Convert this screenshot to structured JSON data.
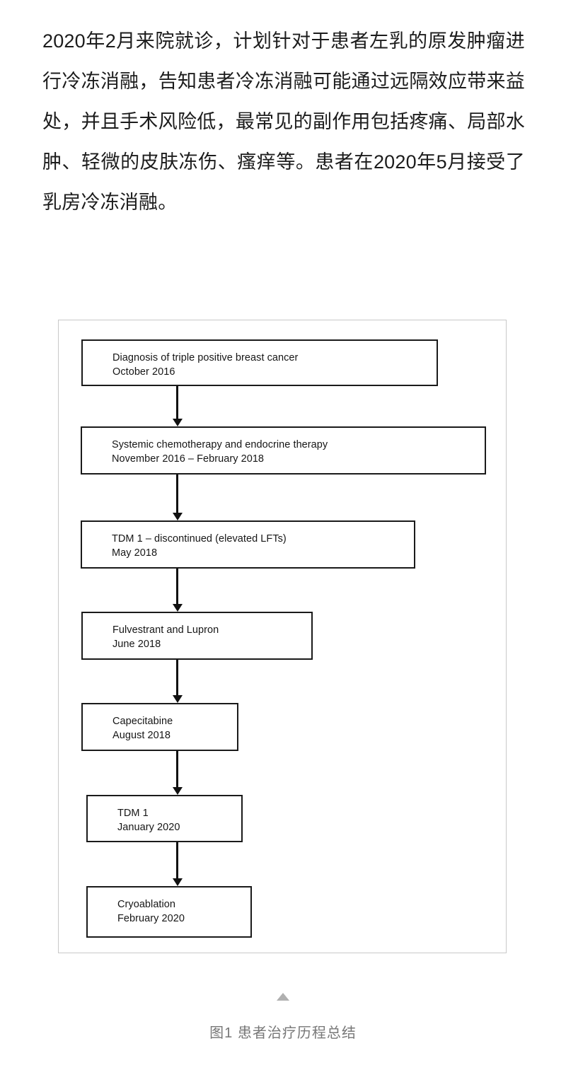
{
  "article": {
    "paragraph": "2020年2月来院就诊，计划针对于患者左乳的原发肿瘤进行冷冻消融，告知患者冷冻消融可能通过远隔效应带来益处，并且手术风险低，最常见的副作用包括疼痛、局部水肿、轻微的皮肤冻伤、瘙痒等。患者在2020年5月接受了乳房冷冻消融。"
  },
  "figure": {
    "caption": "图1  患者治疗历程总结",
    "expand_icon": "triangle-up-icon",
    "colors": {
      "node_border": "#1a1a1a",
      "connector": "#111111",
      "frame_border": "#c8c8c8",
      "caption_text": "#777777"
    },
    "flowchart": {
      "type": "flowchart",
      "orientation": "vertical",
      "nodes": [
        {
          "title": "Diagnosis of triple positive breast cancer",
          "date": "October 2016"
        },
        {
          "title": "Systemic chemotherapy and endocrine therapy",
          "date": "November 2016 – February 2018"
        },
        {
          "title": "TDM 1 – discontinued (elevated LFTs)",
          "date": "May 2018"
        },
        {
          "title": "Fulvestrant and Lupron",
          "date": "June 2018"
        },
        {
          "title": "Capecitabine",
          "date": "August 2018"
        },
        {
          "title": "TDM 1",
          "date": "January 2020"
        },
        {
          "title": "Cryoablation",
          "date": "February 2020"
        }
      ],
      "connectors": [
        {
          "from": 0,
          "to": 1,
          "style": "arrow-down"
        },
        {
          "from": 1,
          "to": 2,
          "style": "arrow-down"
        },
        {
          "from": 2,
          "to": 3,
          "style": "arrow-down"
        },
        {
          "from": 3,
          "to": 4,
          "style": "arrow-down"
        },
        {
          "from": 4,
          "to": 5,
          "style": "arrow-down"
        },
        {
          "from": 5,
          "to": 6,
          "style": "arrow-down"
        }
      ]
    }
  }
}
